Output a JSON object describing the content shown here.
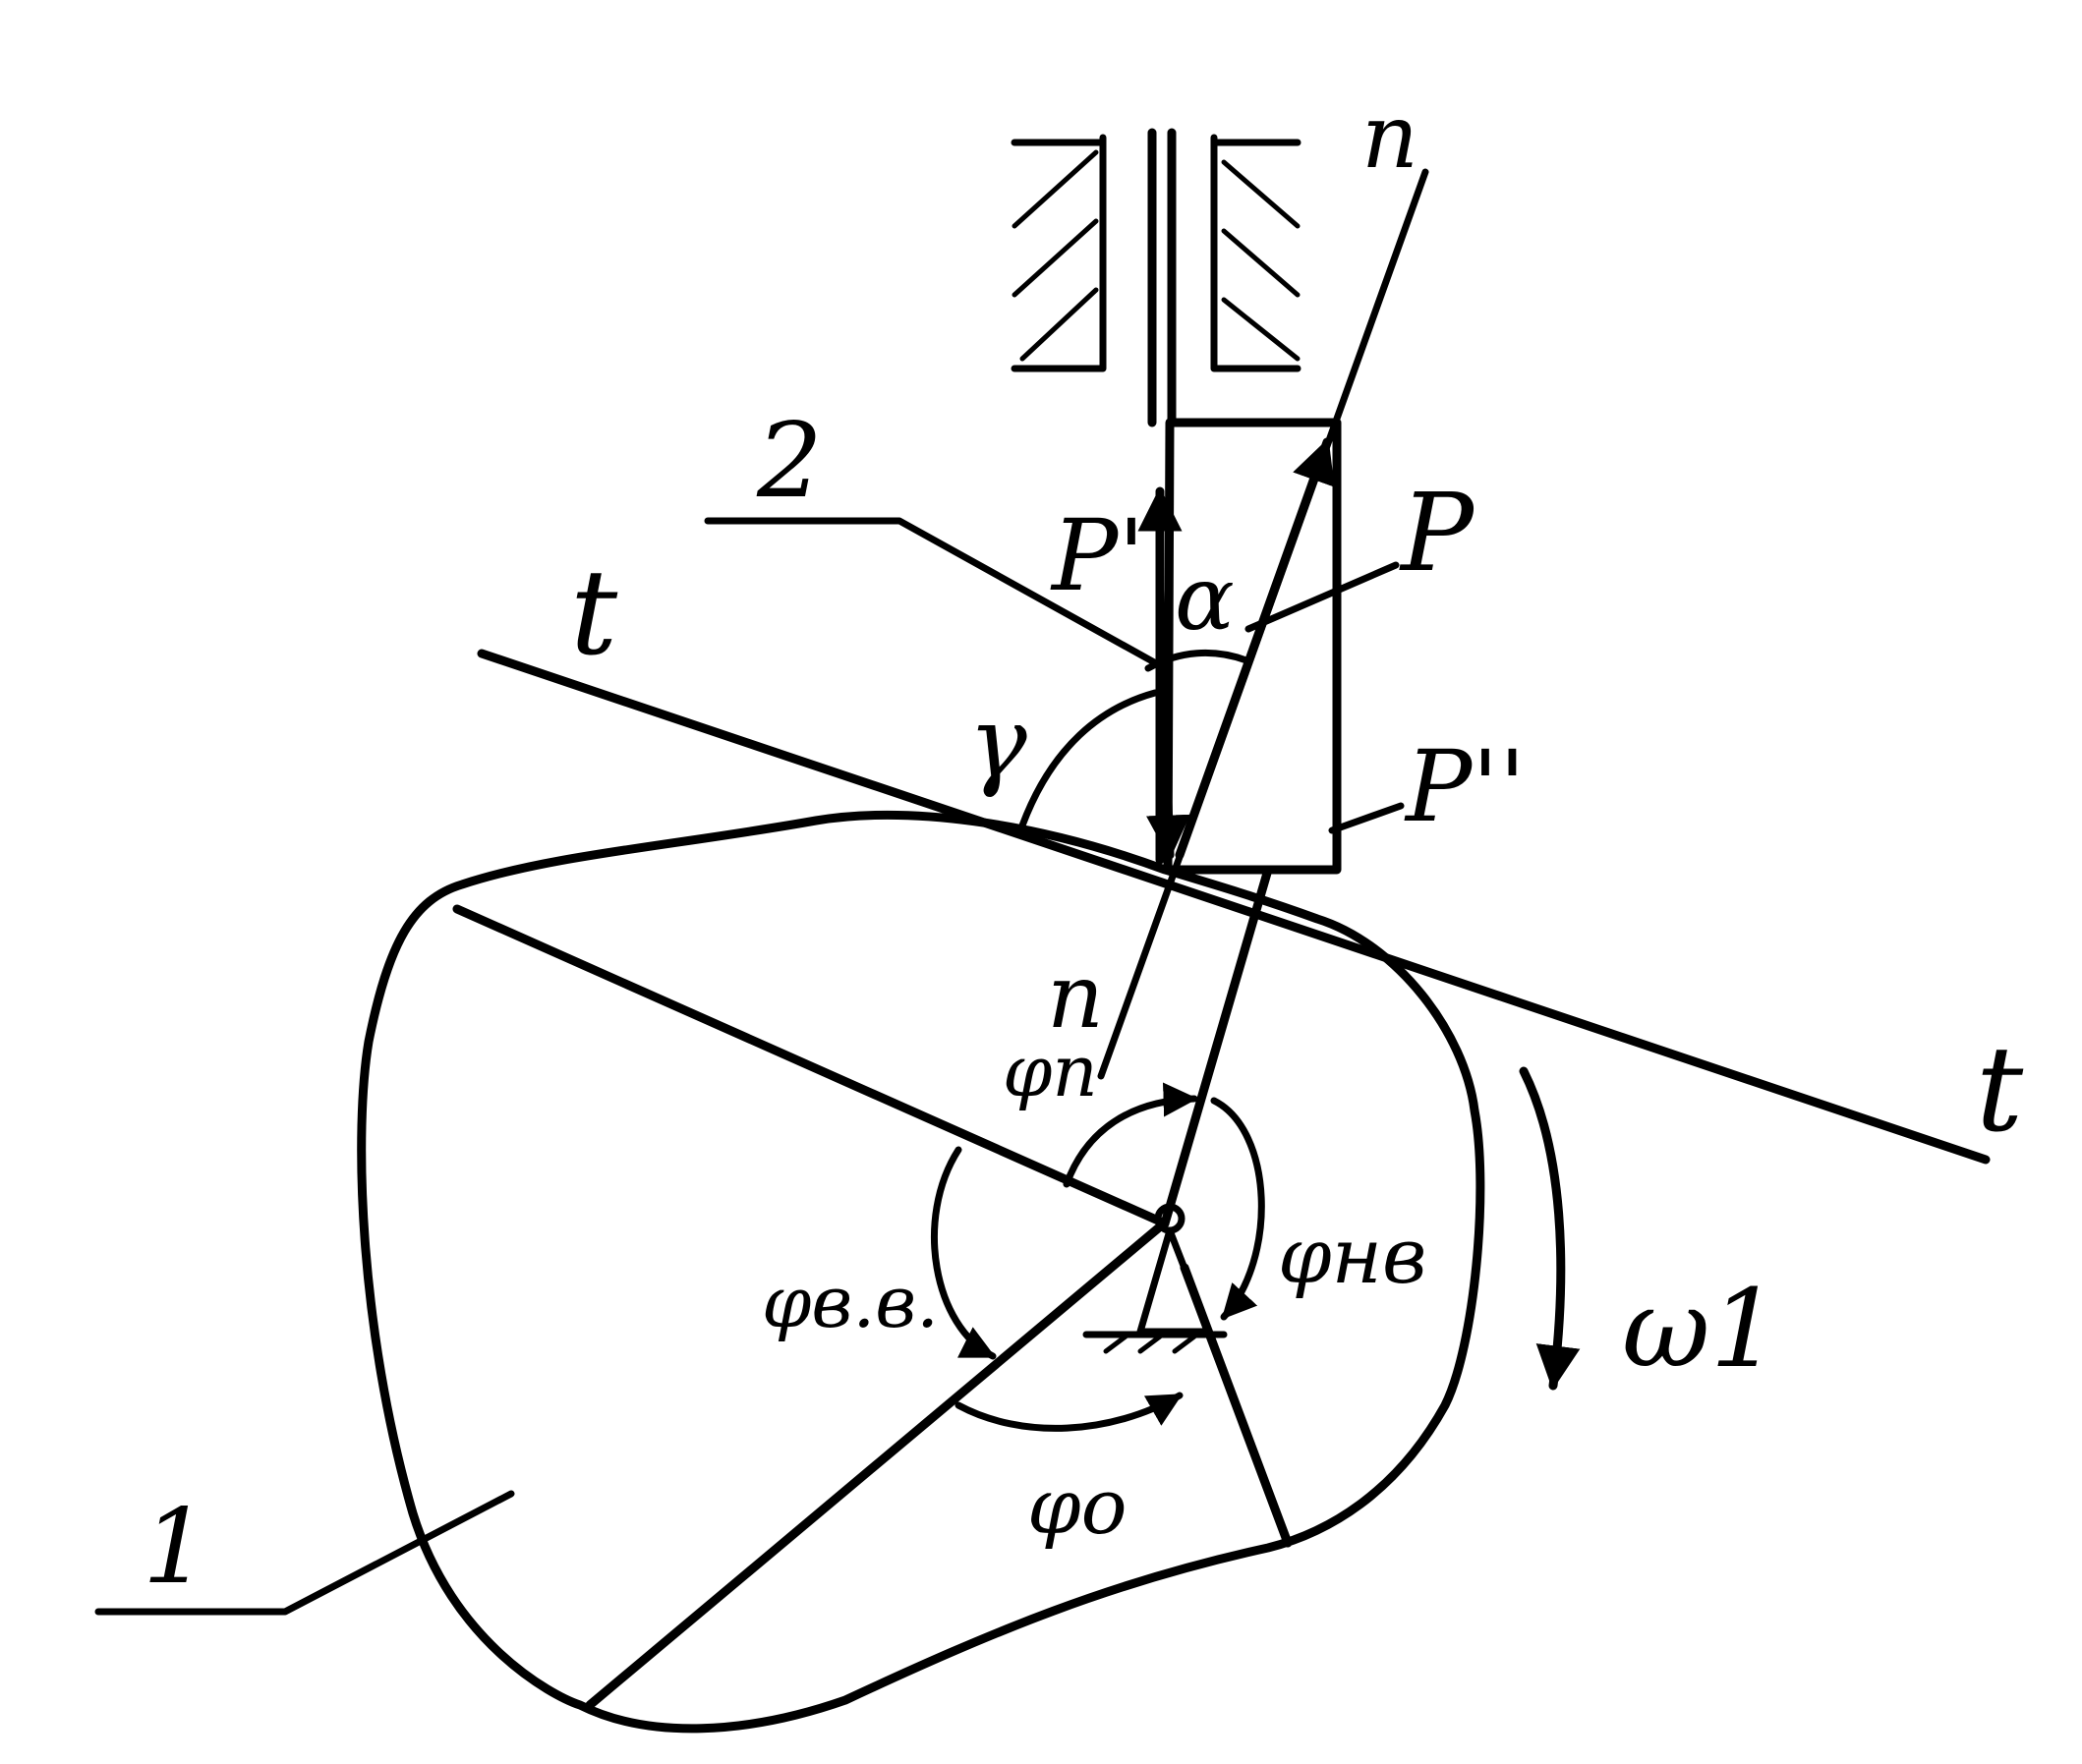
{
  "diagram": {
    "labels": {
      "slider": "2",
      "cam": "1",
      "normal_top": "n",
      "normal_bottom": "n",
      "tangent_left": "t",
      "tangent_right": "t",
      "force_p_prime": "P'",
      "force_p": "P",
      "force_p_double": "P''",
      "alpha": "α",
      "gamma": "γ",
      "phi_p": "φп",
      "phi_nv": "φнв",
      "phi_vv": "φв.в.",
      "phi_o": "φо",
      "omega": "ω1"
    }
  }
}
